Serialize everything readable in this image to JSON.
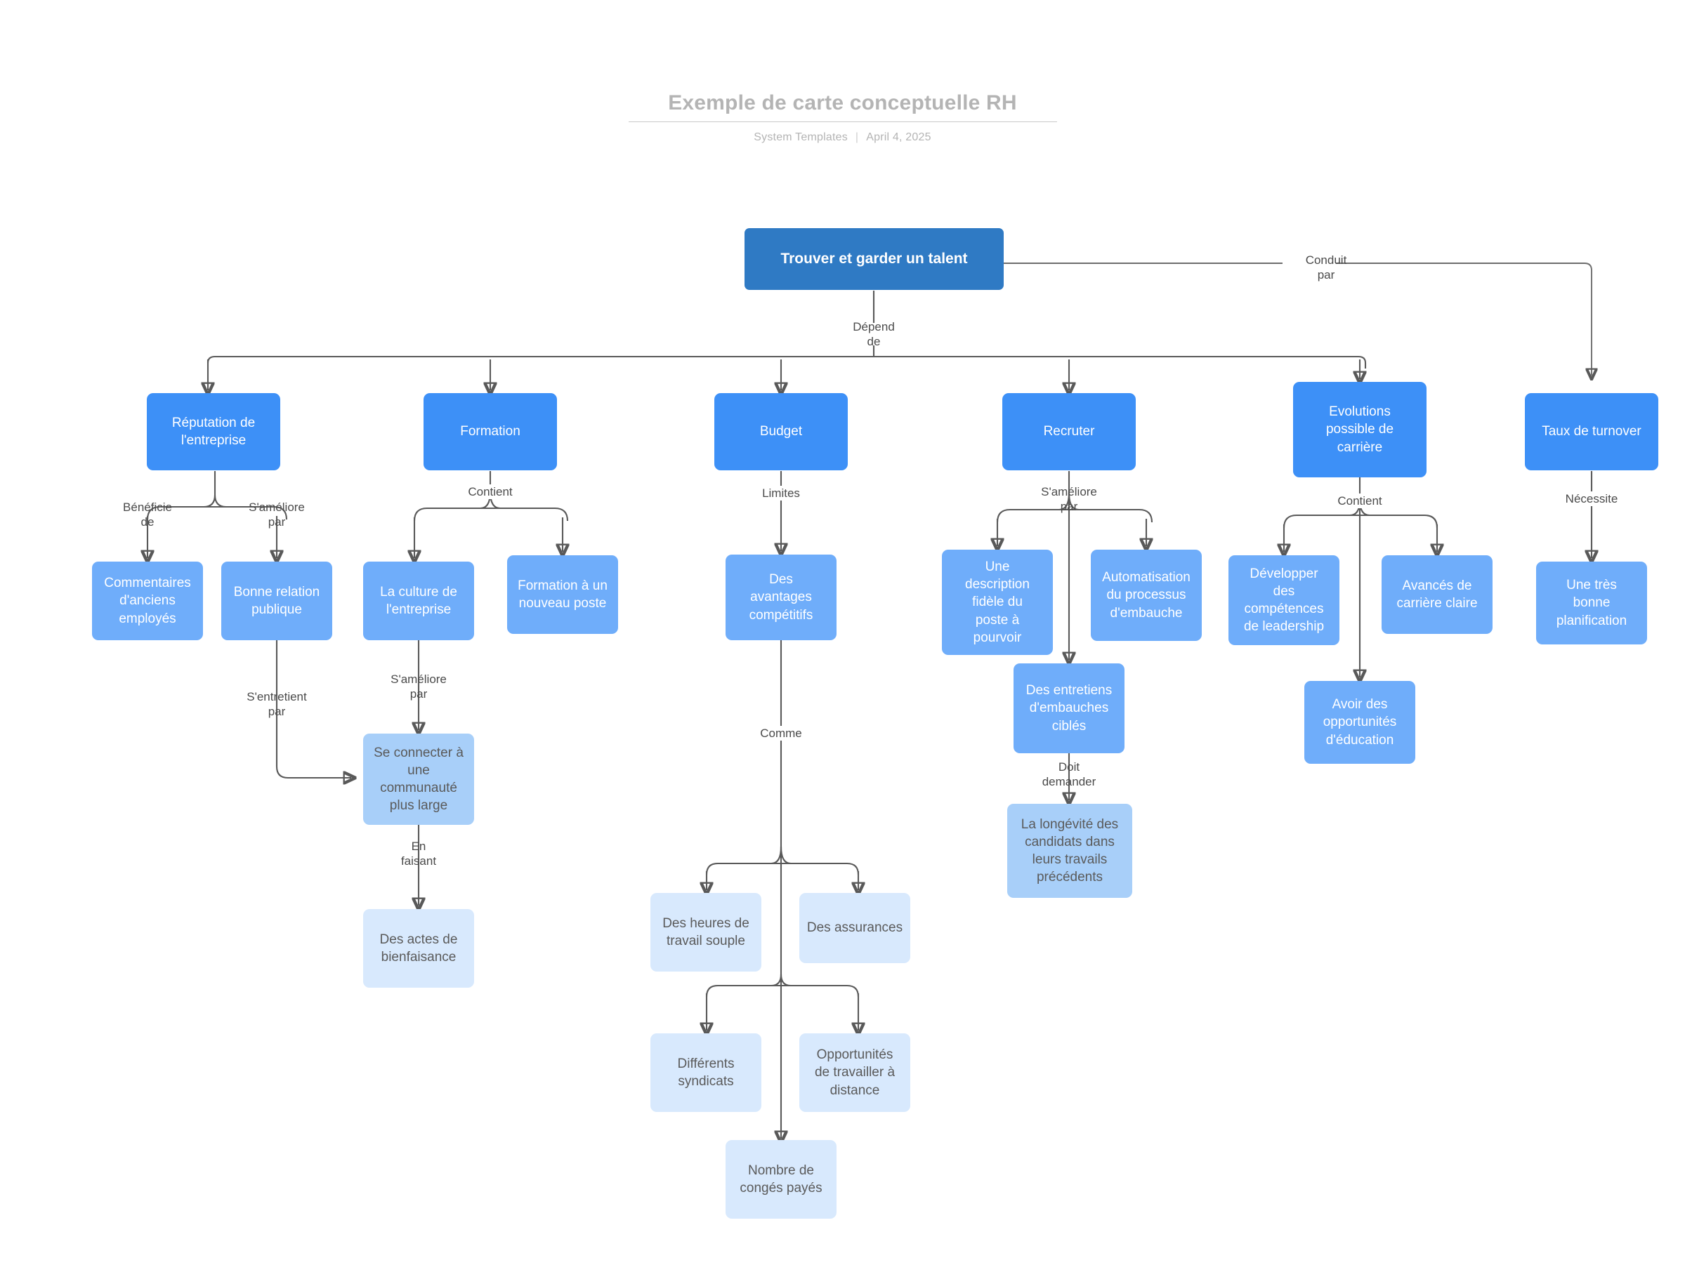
{
  "header": {
    "title": "Exemple de carte conceptuelle RH",
    "author": "System Templates",
    "separator": "|",
    "date": "April 4, 2025"
  },
  "theme": {
    "background": "#ffffff",
    "root_fill": "#2f7ac4",
    "level1_fill": "#3d90f7",
    "level2_fill": "#6fadfa",
    "level3_fill": "#a8cff9",
    "level4_fill": "#d8e9fd",
    "edge_color": "#595959",
    "title_color": "#b4b4b4",
    "label_color": "#4a4a4a"
  },
  "chart_data": {
    "type": "diagram",
    "diagram_kind": "concept-map",
    "title": "Exemple de carte conceptuelle RH",
    "nodes": [
      {
        "id": "root",
        "label": "Trouver et garder un talent",
        "level": 0
      },
      {
        "id": "reputation",
        "label": "Réputation de\nl'entreprise",
        "level": 1
      },
      {
        "id": "formation",
        "label": "Formation",
        "level": 1
      },
      {
        "id": "budget",
        "label": "Budget",
        "level": 1
      },
      {
        "id": "recruter",
        "label": "Recruter",
        "level": 1
      },
      {
        "id": "evolutions",
        "label": "Evolutions\npossible de\ncarrière",
        "level": 1
      },
      {
        "id": "turnover",
        "label": "Taux de turnover",
        "level": 1
      },
      {
        "id": "commentaires",
        "label": "Commentaires\nd'anciens\nemployés",
        "level": 2
      },
      {
        "id": "bonne_relation",
        "label": "Bonne relation\npublique",
        "level": 2
      },
      {
        "id": "culture",
        "label": "La culture de\nl'entreprise",
        "level": 2
      },
      {
        "id": "formation_poste",
        "label": "Formation à un\nnouveau poste",
        "level": 2
      },
      {
        "id": "avantages",
        "label": "Des\navantages\ncompétitifs",
        "level": 2
      },
      {
        "id": "description",
        "label": "Une\ndescription\nfidèle du\nposte à\npourvoir",
        "level": 2
      },
      {
        "id": "automatisation",
        "label": "Automatisation\ndu processus\nd'embauche",
        "level": 2
      },
      {
        "id": "entretiens",
        "label": "Des entretiens\nd'embauches\nciblés",
        "level": 2
      },
      {
        "id": "leadership",
        "label": "Développer\ndes\ncompétences\nde leadership",
        "level": 2
      },
      {
        "id": "avances",
        "label": "Avancés de\ncarrière claire",
        "level": 2
      },
      {
        "id": "education",
        "label": "Avoir des\nopportunités\nd'éducation",
        "level": 2
      },
      {
        "id": "planification",
        "label": "Une très\nbonne\nplanification",
        "level": 2
      },
      {
        "id": "communaute",
        "label": "Se connecter à\nune\ncommunauté\nplus large",
        "level": 3
      },
      {
        "id": "longevite",
        "label": "La longévité des\ncandidats dans\nleurs travails\nprécédents",
        "level": 3
      },
      {
        "id": "bienfaisance",
        "label": "Des actes de\nbienfaisance",
        "level": 4
      },
      {
        "id": "heures",
        "label": "Des heures de\ntravail souple",
        "level": 4
      },
      {
        "id": "assurances",
        "label": "Des assurances",
        "level": 4
      },
      {
        "id": "syndicats",
        "label": "Différents\nsyndicats",
        "level": 4
      },
      {
        "id": "distance",
        "label": "Opportunités\nde travailler à\ndistance",
        "level": 4
      },
      {
        "id": "conges",
        "label": "Nombre de\ncongés payés",
        "level": 4
      }
    ],
    "edges": [
      {
        "from": "root",
        "to": "turnover",
        "label": "Conduit\npar"
      },
      {
        "from": "root",
        "to": "reputation",
        "label": "Dépend\nde"
      },
      {
        "from": "root",
        "to": "formation",
        "label": ""
      },
      {
        "from": "root",
        "to": "budget",
        "label": ""
      },
      {
        "from": "root",
        "to": "recruter",
        "label": ""
      },
      {
        "from": "root",
        "to": "evolutions",
        "label": ""
      },
      {
        "from": "reputation",
        "to": "commentaires",
        "label": "Bénéficie\nde"
      },
      {
        "from": "reputation",
        "to": "bonne_relation",
        "label": "S'améliore\npar"
      },
      {
        "from": "formation",
        "to": "culture",
        "label": "Contient"
      },
      {
        "from": "formation",
        "to": "formation_poste",
        "label": ""
      },
      {
        "from": "budget",
        "to": "avantages",
        "label": "Limites"
      },
      {
        "from": "avantages",
        "to": "heures",
        "label": "Comme"
      },
      {
        "from": "avantages",
        "to": "assurances",
        "label": ""
      },
      {
        "from": "avantages",
        "to": "syndicats",
        "label": ""
      },
      {
        "from": "avantages",
        "to": "distance",
        "label": ""
      },
      {
        "from": "avantages",
        "to": "conges",
        "label": ""
      },
      {
        "from": "recruter",
        "to": "description",
        "label": "S'améliore\npar"
      },
      {
        "from": "recruter",
        "to": "automatisation",
        "label": ""
      },
      {
        "from": "recruter",
        "to": "entretiens",
        "label": ""
      },
      {
        "from": "entretiens",
        "to": "longevite",
        "label": "Doit\ndemander"
      },
      {
        "from": "evolutions",
        "to": "leadership",
        "label": "Contient"
      },
      {
        "from": "evolutions",
        "to": "avances",
        "label": ""
      },
      {
        "from": "evolutions",
        "to": "education",
        "label": ""
      },
      {
        "from": "turnover",
        "to": "planification",
        "label": "Nécessite"
      },
      {
        "from": "bonne_relation",
        "to": "communaute",
        "label": "S'entretient\npar"
      },
      {
        "from": "culture",
        "to": "communaute",
        "label": "S'améliore\npar"
      },
      {
        "from": "communaute",
        "to": "bienfaisance",
        "label": "En\nfaisant"
      }
    ],
    "edge_labels": [
      {
        "id": "conduit",
        "text": "Conduit\npar"
      },
      {
        "id": "depend",
        "text": "Dépend\nde"
      },
      {
        "id": "beneficie",
        "text": "Bénéficie\nde"
      },
      {
        "id": "ameliore1",
        "text": "S'améliore\npar"
      },
      {
        "id": "contient1",
        "text": "Contient"
      },
      {
        "id": "limites",
        "text": "Limites"
      },
      {
        "id": "ameliore2",
        "text": "S'améliore\npar"
      },
      {
        "id": "contient2",
        "text": "Contient"
      },
      {
        "id": "necessite",
        "text": "Nécessite"
      },
      {
        "id": "entretient",
        "text": "S'entretient\npar"
      },
      {
        "id": "ameliore3",
        "text": "S'améliore\npar"
      },
      {
        "id": "enfaisant",
        "text": "En\nfaisant"
      },
      {
        "id": "comme",
        "text": "Comme"
      },
      {
        "id": "doitdemander",
        "text": "Doit\ndemander"
      }
    ]
  }
}
